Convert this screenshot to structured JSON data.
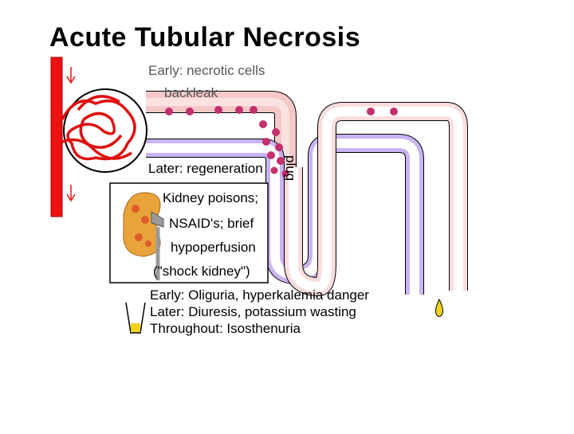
{
  "title": "Acute Tubular Necrosis",
  "labels": {
    "early_necrotic": "Early: necrotic cells",
    "backleak": "backleak",
    "plug": "plug",
    "later_regeneration": "Later: regeneration"
  },
  "causes_box": {
    "lines": [
      "Kidney poisons;",
      "NSAID's; brief",
      "hypoperfusion",
      "(\"shock kidney\")"
    ]
  },
  "course_notes": {
    "early": "Early: Oliguria, hyperkalemia danger",
    "later": "Later: Diuresis, potassium wasting",
    "throughout": "Throughout: Isosthenuria"
  },
  "colors": {
    "artery": "#ee1111",
    "tubule_damaged": "#f5c8c8",
    "tubule_regenerated": "#c9b3f2",
    "necrotic_cells": "#c4306e",
    "kidney": "#e8a33a",
    "urine": "#f2d21a"
  },
  "icons": [
    "down-arrow-icon",
    "kidney-icon",
    "urine-cup-icon",
    "urine-drop-icon"
  ]
}
